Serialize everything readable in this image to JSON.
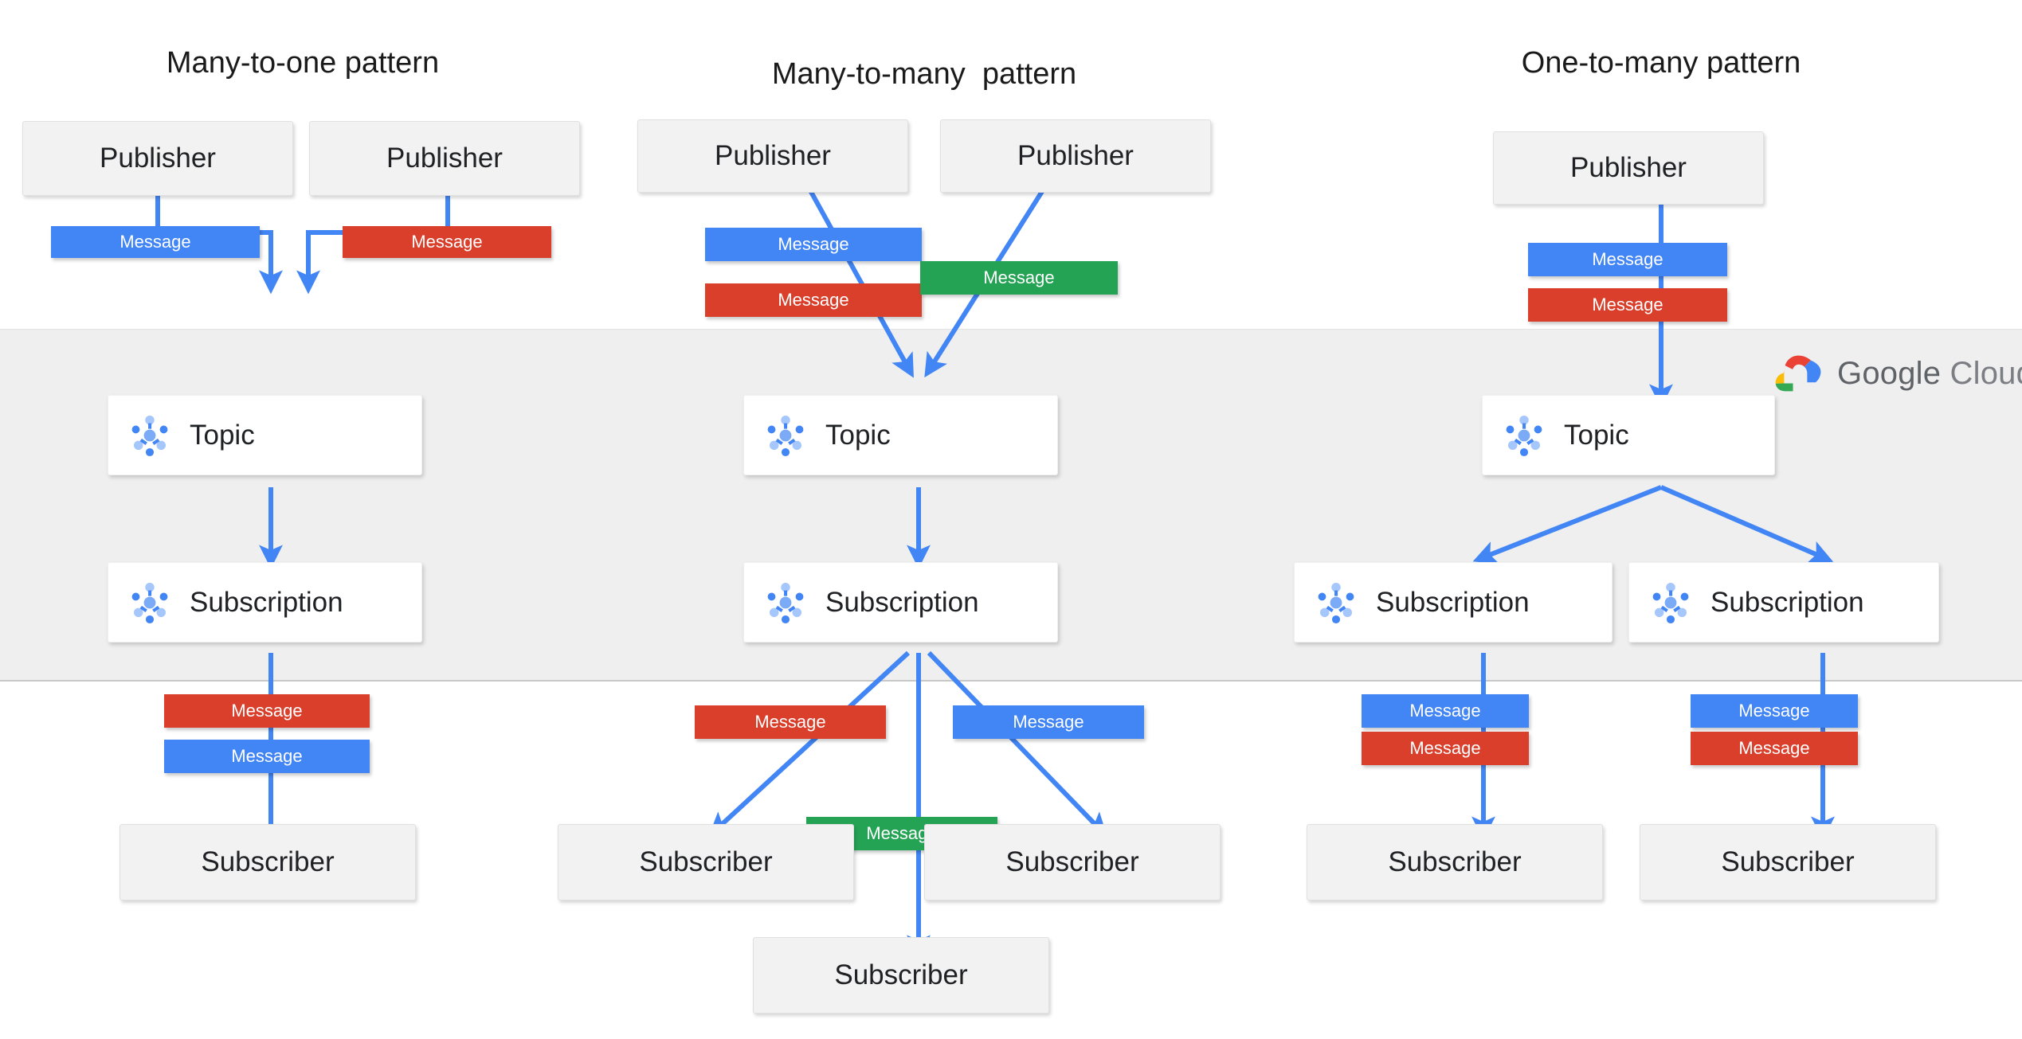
{
  "diagram": {
    "title_left": "Many-to-one pattern",
    "title_middle": "Many-to-many  pattern",
    "title_right": "One-to-many pattern",
    "brand": {
      "google": "Google",
      "cloud": "Cloud",
      "mark": "google-cloud-logo"
    },
    "labels": {
      "publisher": "Publisher",
      "subscriber": "Subscriber",
      "topic": "Topic",
      "subscription": "Subscription",
      "message": "Message"
    },
    "colors": {
      "message_blue": "#4285f4",
      "message_red": "#d93f2b",
      "message_green": "#25a355",
      "edge_blue": "#4285f4",
      "band_grey": "#efefef",
      "node_grey": "#f2f2f2",
      "node_white": "#ffffff"
    },
    "patterns": [
      {
        "name": "many-to-one",
        "title": "Many-to-one pattern",
        "publishers": [
          "Publisher",
          "Publisher"
        ],
        "publish_messages": [
          "Message",
          "Message"
        ],
        "publish_message_colors": [
          "blue",
          "red"
        ],
        "topics": [
          "Topic"
        ],
        "subscriptions": [
          "Subscription"
        ],
        "deliver_messages": [
          "Message",
          "Message"
        ],
        "deliver_message_colors": [
          "red",
          "blue"
        ],
        "subscribers": [
          "Subscriber"
        ]
      },
      {
        "name": "many-to-many",
        "title": "Many-to-many  pattern",
        "publishers": [
          "Publisher",
          "Publisher"
        ],
        "publish_messages": [
          "Message",
          "Message",
          "Message"
        ],
        "publish_message_colors": [
          "blue",
          "red",
          "green"
        ],
        "topics": [
          "Topic"
        ],
        "subscriptions": [
          "Subscription"
        ],
        "deliver_messages": [
          "Message",
          "Message",
          "Message"
        ],
        "deliver_message_colors": [
          "red",
          "blue",
          "green"
        ],
        "subscribers": [
          "Subscriber",
          "Subscriber",
          "Subscriber"
        ]
      },
      {
        "name": "one-to-many",
        "title": "One-to-many pattern",
        "publishers": [
          "Publisher"
        ],
        "publish_messages": [
          "Message",
          "Message"
        ],
        "publish_message_colors": [
          "blue",
          "red"
        ],
        "topics": [
          "Topic"
        ],
        "subscriptions": [
          "Subscription",
          "Subscription"
        ],
        "deliver_messages": [
          "Message",
          "Message",
          "Message",
          "Message"
        ],
        "deliver_message_colors": [
          "blue",
          "red",
          "blue",
          "red"
        ],
        "subscribers": [
          "Subscriber",
          "Subscriber"
        ]
      }
    ]
  }
}
